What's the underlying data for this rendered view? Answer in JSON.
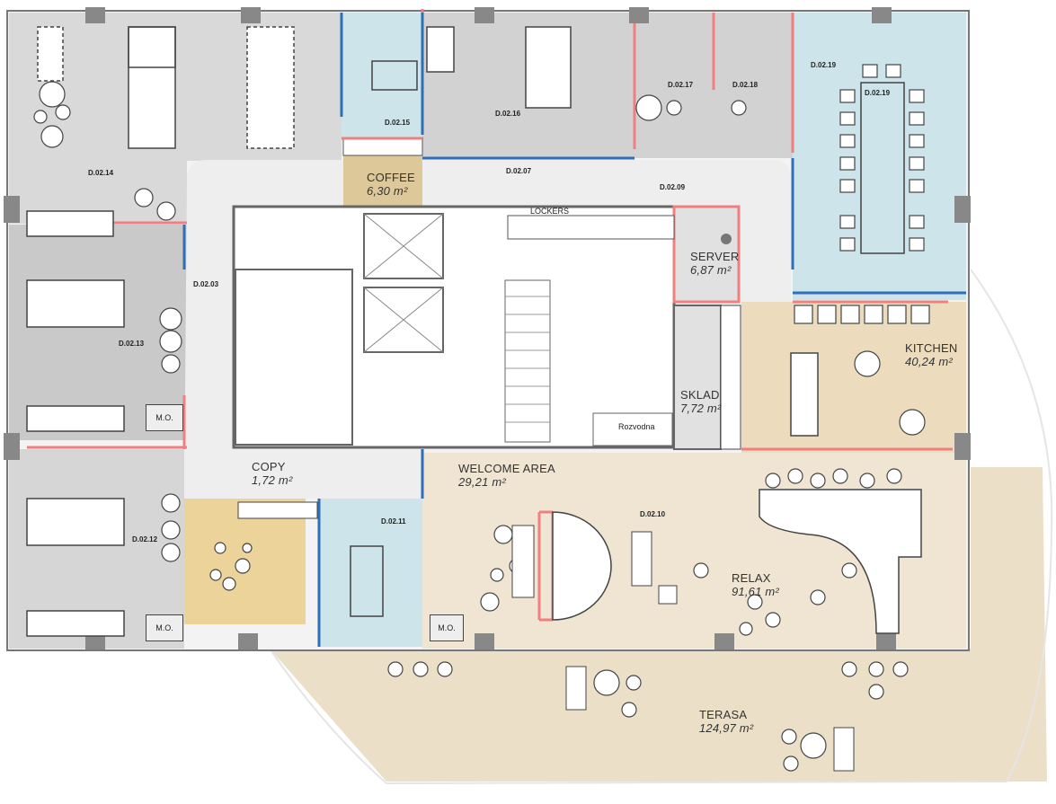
{
  "rooms": {
    "coffee": {
      "name": "COFFEE",
      "area": "6,30 m²"
    },
    "server": {
      "name": "SERVER",
      "area": "6,87 m²"
    },
    "kitchen": {
      "name": "KITCHEN",
      "area": "40,24 m²"
    },
    "sklad": {
      "name": "SKLAD",
      "area": "7,72 m²"
    },
    "copy": {
      "name": "COPY",
      "area": "1,72 m²"
    },
    "welcome": {
      "name": "WELCOME AREA",
      "area": "29,21 m²"
    },
    "relax": {
      "name": "RELAX",
      "area": "91,61 m²"
    },
    "terasa": {
      "name": "TERASA",
      "area": "124,97 m²"
    }
  },
  "codes": {
    "d0214": "D.02.14",
    "d0215": "D.02.15",
    "d0216": "D.02.16",
    "d0217": "D.02.17",
    "d0218": "D.02.18",
    "d0219_top": "D.02.19",
    "d0219_table": "D.02.19",
    "d0207": "D.02.07",
    "d0209": "D.02.09",
    "d0203": "D.02.03",
    "d0213": "D.02.13",
    "d0212": "D.02.12",
    "d0211": "D.02.11",
    "d0210": "D.02.10"
  },
  "tags": {
    "lockers": "LOCKERS",
    "rozvodna": "Rozvodna",
    "mo1": "M.O.",
    "mo2": "M.O.",
    "mo3": "M.O."
  },
  "colors": {
    "office_grey": "#d9d9d9",
    "dark_grey": "#c4c4c4",
    "meeting_blue": "#cde5ea",
    "coffee_tan": "#dcc899",
    "kitchen_tan": "#ecdcbd",
    "terrace_tan": "#ecdfc7",
    "relax_tan": "#efe5d2",
    "corridor": "#efefef",
    "wall_red": "#f08080",
    "wall_blue": "#2e6fb7",
    "wall_dark": "#666666"
  }
}
